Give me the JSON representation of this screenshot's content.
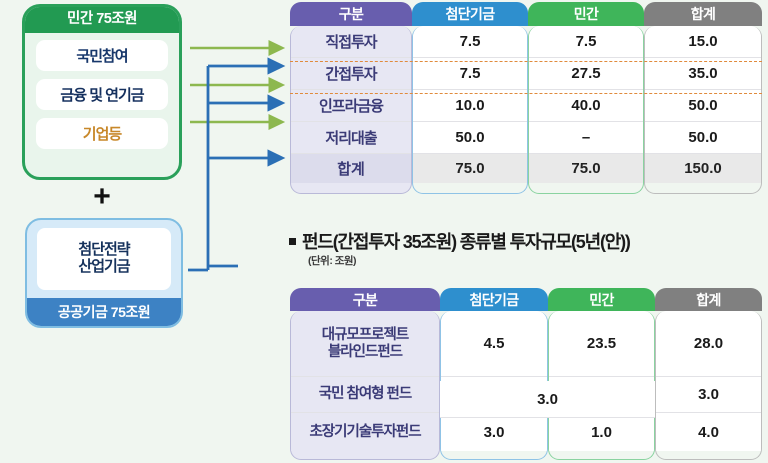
{
  "background_color": "#f0f6f0",
  "diagram": {
    "private_box": {
      "header": "민간 75조원",
      "header_color": "#229a52",
      "items": [
        {
          "label": "국민참여",
          "text_color": "#17376b"
        },
        {
          "label": "금융 및 연기금",
          "text_color": "#15305e"
        },
        {
          "label": "기업등",
          "text_color": "#c8882a"
        }
      ]
    },
    "plus": "+",
    "public_box": {
      "title_line1": "첨단전략",
      "title_line2": "산업기금",
      "footer": "공공기금 75조원",
      "footer_color": "#3d82c4"
    },
    "arrows": {
      "green_color": "#8db84f",
      "blue_color": "#2b6fb5",
      "green_count": 3,
      "blue_count": 3
    }
  },
  "table_top": {
    "headers": [
      {
        "label": "구분",
        "color": "#685eae"
      },
      {
        "label": "첨단기금",
        "color": "#2e8fce"
      },
      {
        "label": "민간",
        "color": "#3fb55a"
      },
      {
        "label": "합계",
        "color": "#808080"
      }
    ],
    "rows": [
      {
        "label": "직접투자",
        "fund": "7.5",
        "private": "7.5",
        "sum": "15.0"
      },
      {
        "label": "간접투자",
        "fund": "7.5",
        "private": "27.5",
        "sum": "35.0",
        "highlight": true
      },
      {
        "label": "인프라금융",
        "fund": "10.0",
        "private": "40.0",
        "sum": "50.0"
      },
      {
        "label": "저리대출",
        "fund": "50.0",
        "private": "–",
        "sum": "50.0"
      }
    ],
    "total_row": {
      "label": "합계",
      "fund": "75.0",
      "private": "75.0",
      "sum": "150.0"
    },
    "highlight_color": "#e08a3c"
  },
  "section": {
    "bullet": "■",
    "heading": "펀드(간접투자 35조원) 종류별 투자규모(5년(안))",
    "unit": "(단위: 조원)"
  },
  "table_bottom": {
    "headers": [
      {
        "label": "구분",
        "color": "#685eae"
      },
      {
        "label": "첨단기금",
        "color": "#2e8fce"
      },
      {
        "label": "민간",
        "color": "#3fb55a"
      },
      {
        "label": "합계",
        "color": "#808080"
      }
    ],
    "rows": [
      {
        "label_line1": "대규모프로젝트",
        "label_line2": "블라인드펀드",
        "fund": "4.5",
        "private": "23.5",
        "sum": "28.0",
        "merged": false
      },
      {
        "label_line1": "국민 참여형 펀드",
        "label_line2": "",
        "merged_value": "3.0",
        "sum": "3.0",
        "merged": true
      },
      {
        "label_line1": "초장기기술투자펀드",
        "label_line2": "",
        "fund": "3.0",
        "private": "1.0",
        "sum": "4.0",
        "merged": false
      }
    ]
  }
}
